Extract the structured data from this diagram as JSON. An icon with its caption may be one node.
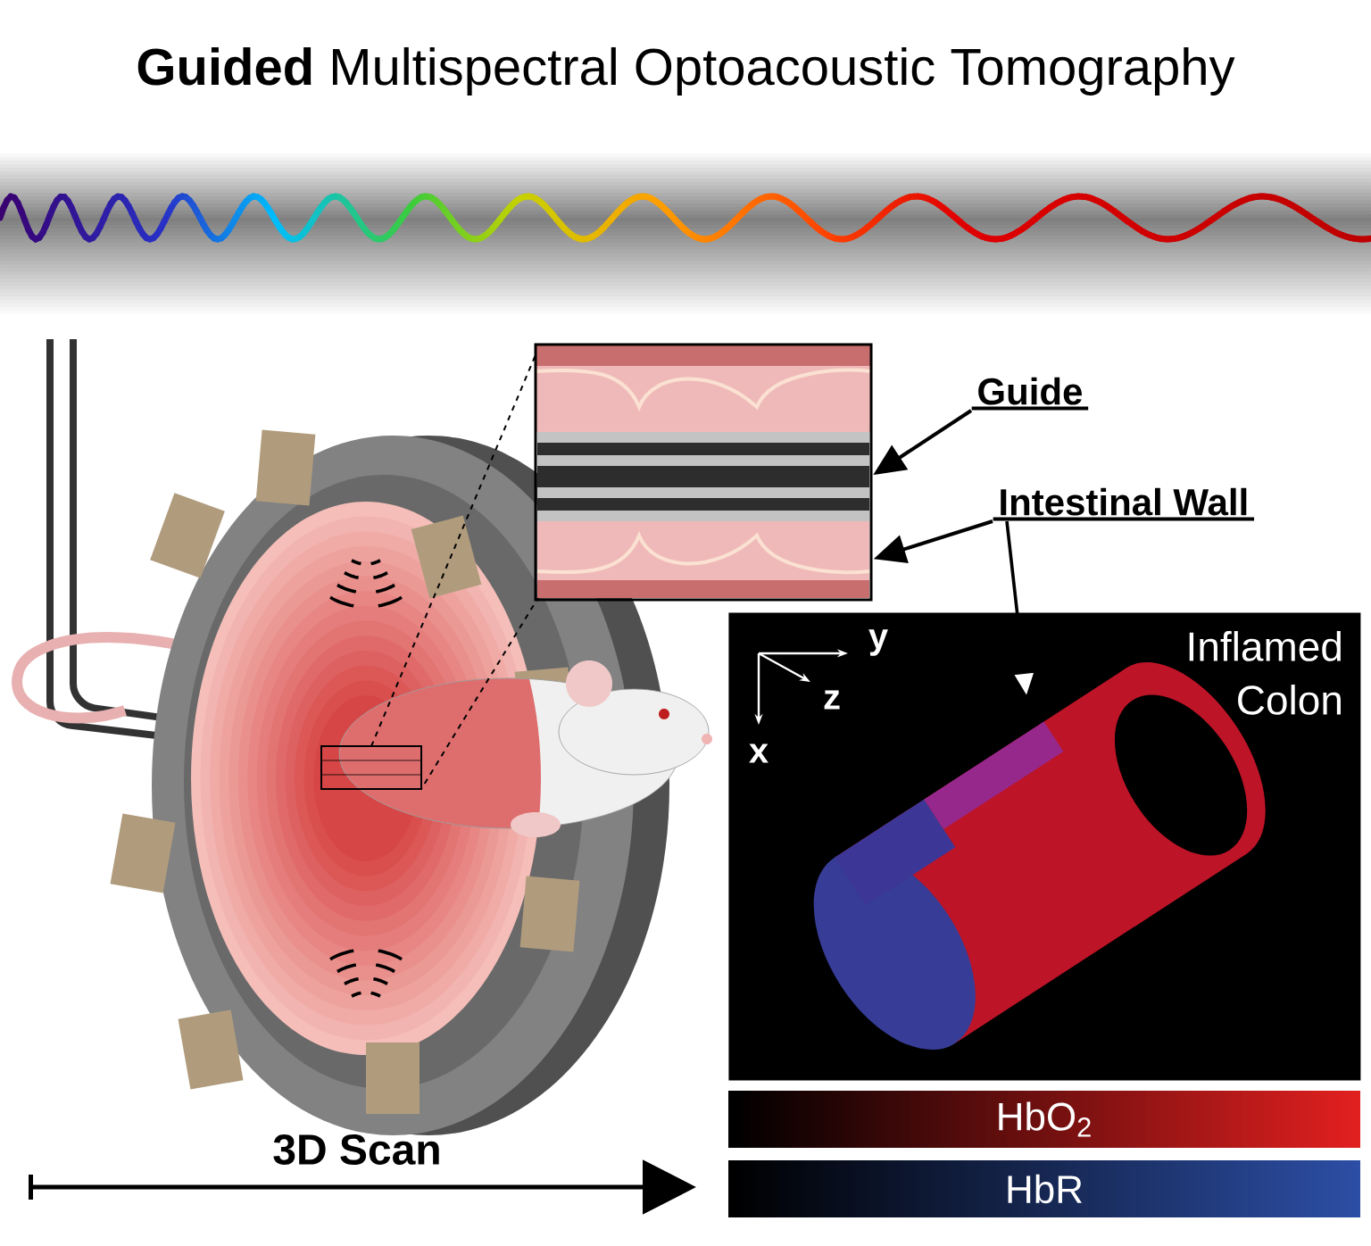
{
  "diagram": {
    "title": "**Guided** Multispectral Optoacoustic Tomography",
    "nodes": [
      {
        "text": [
          "Guide"
        ]
      },
      {
        "text": [
          "Intestinal Wall"
        ]
      },
      {
        "text": [],
        "shape": "picture"
      },
      {
        "text": [],
        "shape": "picture"
      },
      {
        "text": [
          "Inflamed Colon"
        ]
      },
      {
        "text": [],
        "shape": "picture",
        "in": 4
      }
    ],
    "edges": [
      {
        "from": 0,
        "to": 2,
        "arrow": "to"
      },
      {
        "from": 1,
        "to": 3,
        "arrow": "to"
      },
      {
        "from": 1,
        "to": 5,
        "arrow": "to"
      }
    ],
    "labels": [
      "y",
      "z",
      "x",
      "3D Scan"
    ],
    "legend": [
      {
        "text": "HbO$_{2}$",
        "color": "#e42020"
      },
      {
        "text": "HbR",
        "color": "#2d4fa6"
      }
    ]
  }
}
